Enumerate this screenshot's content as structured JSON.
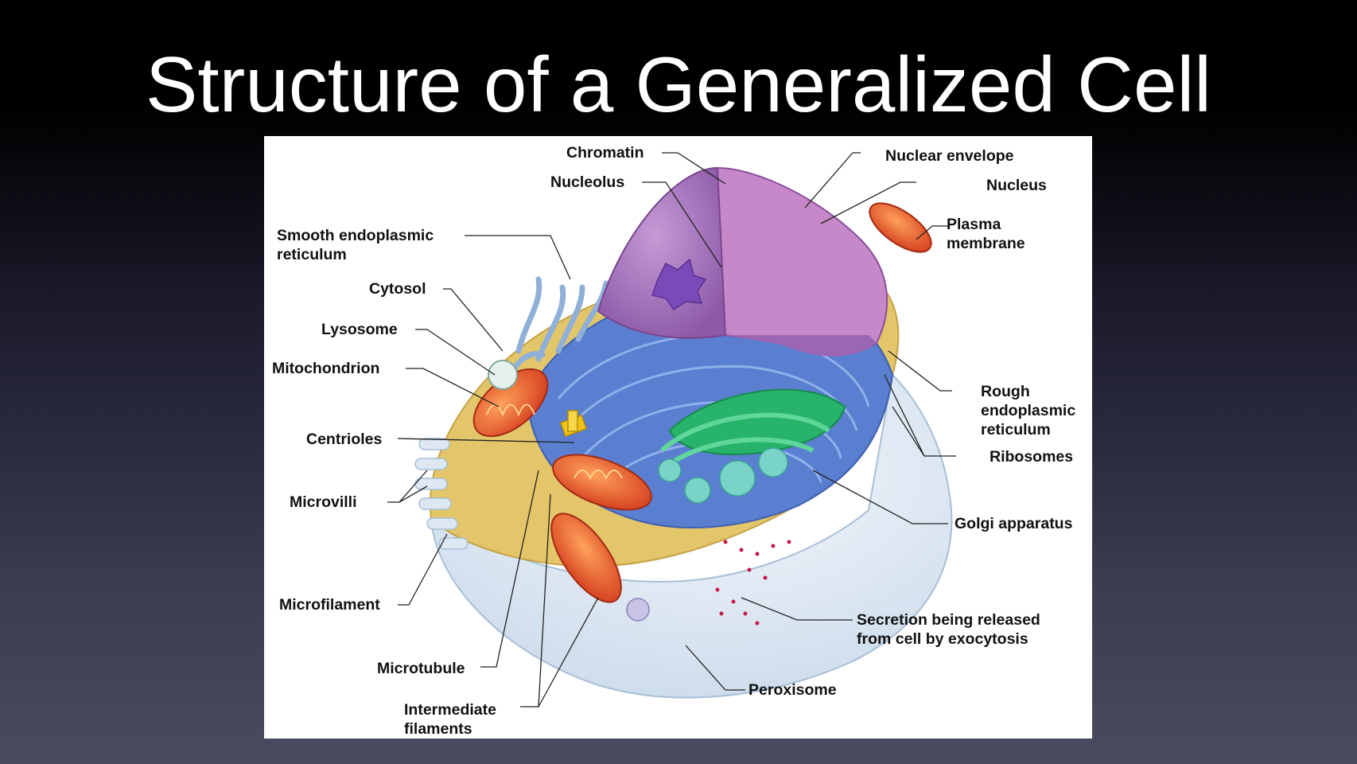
{
  "slide": {
    "title": "Structure of a Generalized Cell"
  },
  "diagram": {
    "labels": {
      "chromatin": "Chromatin",
      "nucleolus": "Nucleolus",
      "smooth_er_line1": "Smooth endoplasmic",
      "smooth_er_line2": "reticulum",
      "cytosol": "Cytosol",
      "lysosome": "Lysosome",
      "mitochondrion": "Mitochondrion",
      "centrioles": "Centrioles",
      "microvilli": "Microvilli",
      "microfilament": "Microfilament",
      "microtubule": "Microtubule",
      "intermediate_line1": "Intermediate",
      "intermediate_line2": "filaments",
      "nuclear_envelope": "Nuclear envelope",
      "nucleus": "Nucleus",
      "plasma_line1": "Plasma",
      "plasma_line2": "membrane",
      "rough_er_line1": "Rough",
      "rough_er_line2": "endoplasmic",
      "rough_er_line3": "reticulum",
      "ribosomes": "Ribosomes",
      "golgi": "Golgi apparatus",
      "secretion_line1": "Secretion being released",
      "secretion_line2": "from cell by exocytosis",
      "peroxisome": "Peroxisome"
    },
    "colors": {
      "cytosol": "#e3c56a",
      "rough_er": "#5a7fd0",
      "nucleus": "#b27ac8",
      "mitochondrion": "#e8552a",
      "golgi": "#27b36a",
      "membrane": "#d6e4f0"
    }
  }
}
